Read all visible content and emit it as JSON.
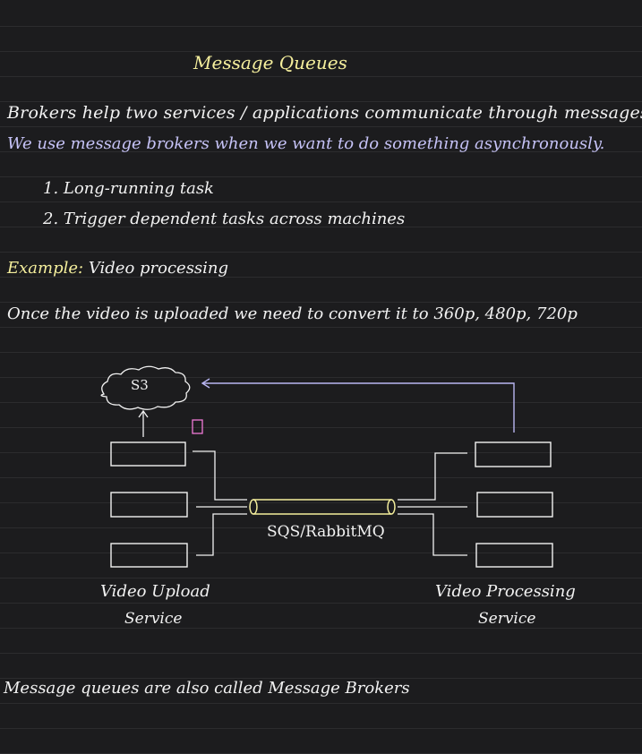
{
  "title": "Message Queues",
  "intro": {
    "line1": "Brokers help two services / applications communicate through messages.",
    "line2": "We use message brokers when we want to do something asynchronously."
  },
  "uses": [
    "1. Long-running task",
    "2. Trigger dependent tasks across machines"
  ],
  "example": {
    "label": "Example:",
    "value": "Video processing"
  },
  "scenario": "Once the video is uploaded we need to convert it to 360p, 480p, 720p",
  "diagram": {
    "storage_label": "S3",
    "queue_label": "SQS/RabbitMQ",
    "producer": {
      "line1": "Video Upload",
      "line2": "Service"
    },
    "consumer": {
      "line1": "Video Processing",
      "line2": "Service"
    }
  },
  "footer": "Message queues are also called Message Brokers",
  "colors": {
    "heading": "#f4ee9c",
    "highlight": "#c6c3f7",
    "queue": "#f4ee9c",
    "arrow": "#b9b6f2",
    "marker": "#f07ad8"
  }
}
